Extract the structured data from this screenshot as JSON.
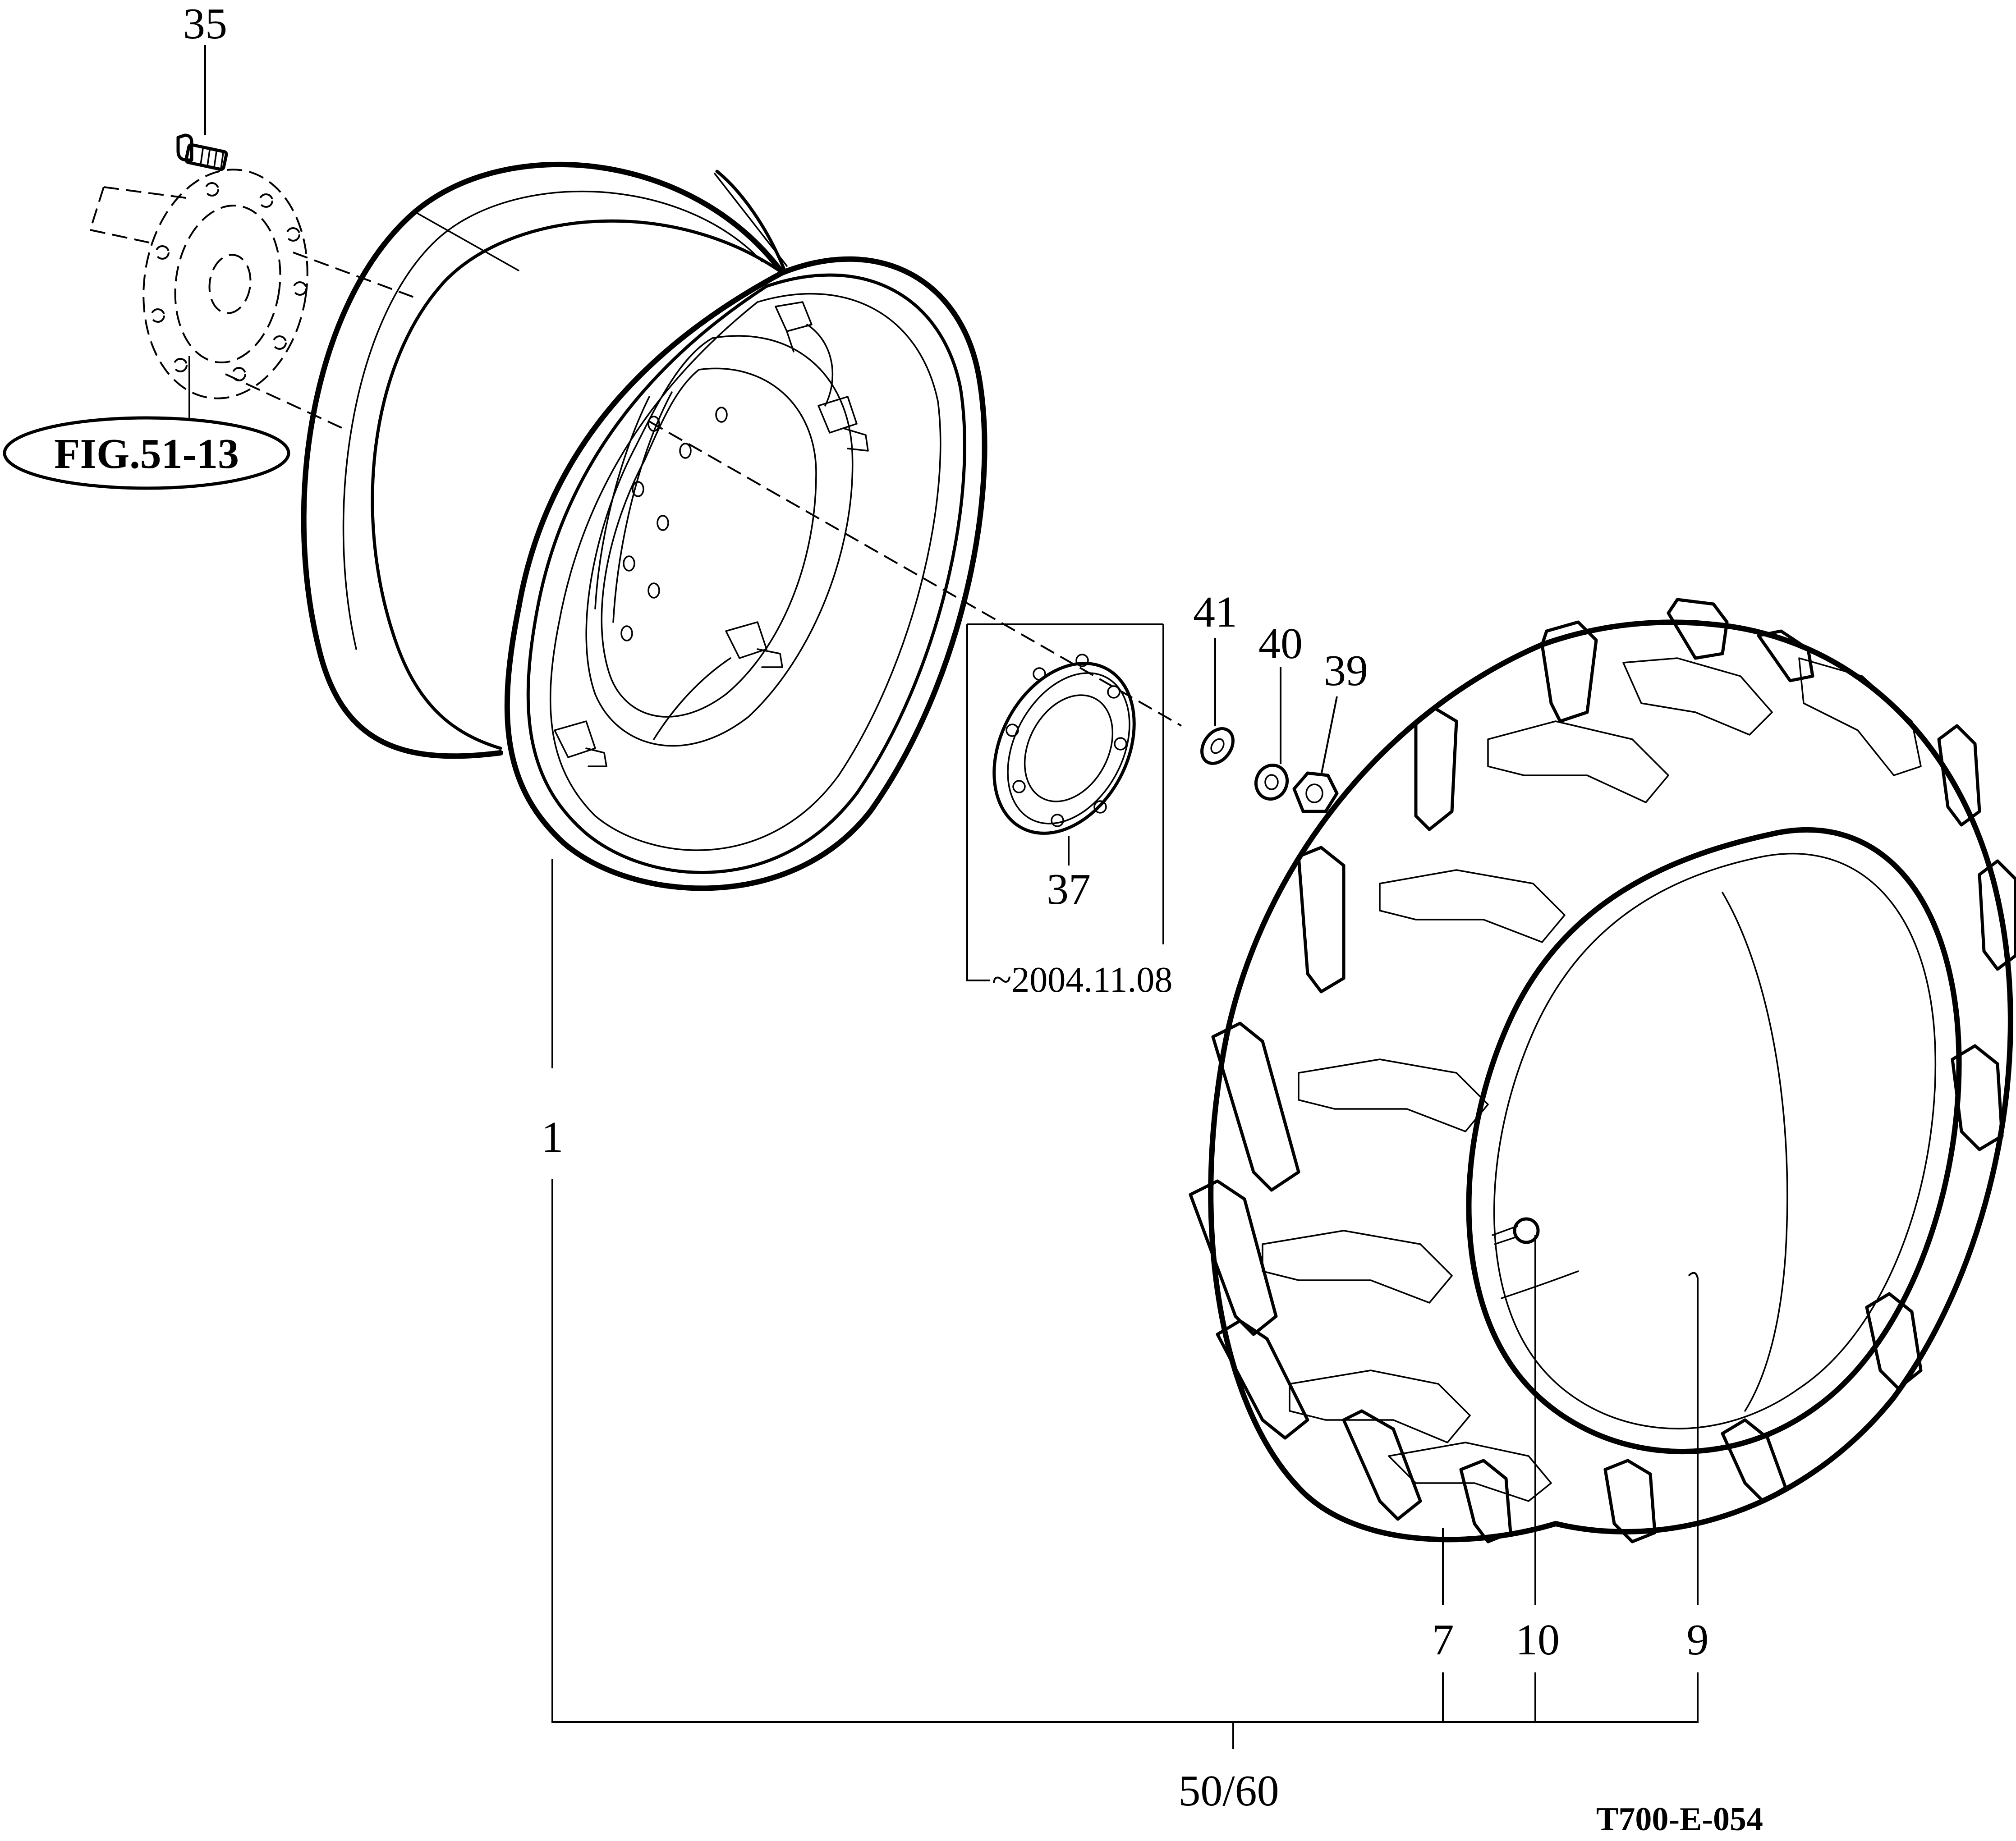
{
  "figure": {
    "drawing_code": "T700-E-054",
    "reference_callout": "FIG.51-13",
    "date_note": "~2004.11.08"
  },
  "callouts": {
    "bolt": "35",
    "wheel_rim": "1",
    "adapter_plate": "37",
    "washer": "41",
    "lock_washer": "40",
    "nut": "39",
    "tire": "7",
    "tube_valve": "10",
    "inner_tube": "9",
    "wheel_assembly": "50/60"
  },
  "colors": {
    "line": "#000000",
    "background": "#ffffff"
  }
}
